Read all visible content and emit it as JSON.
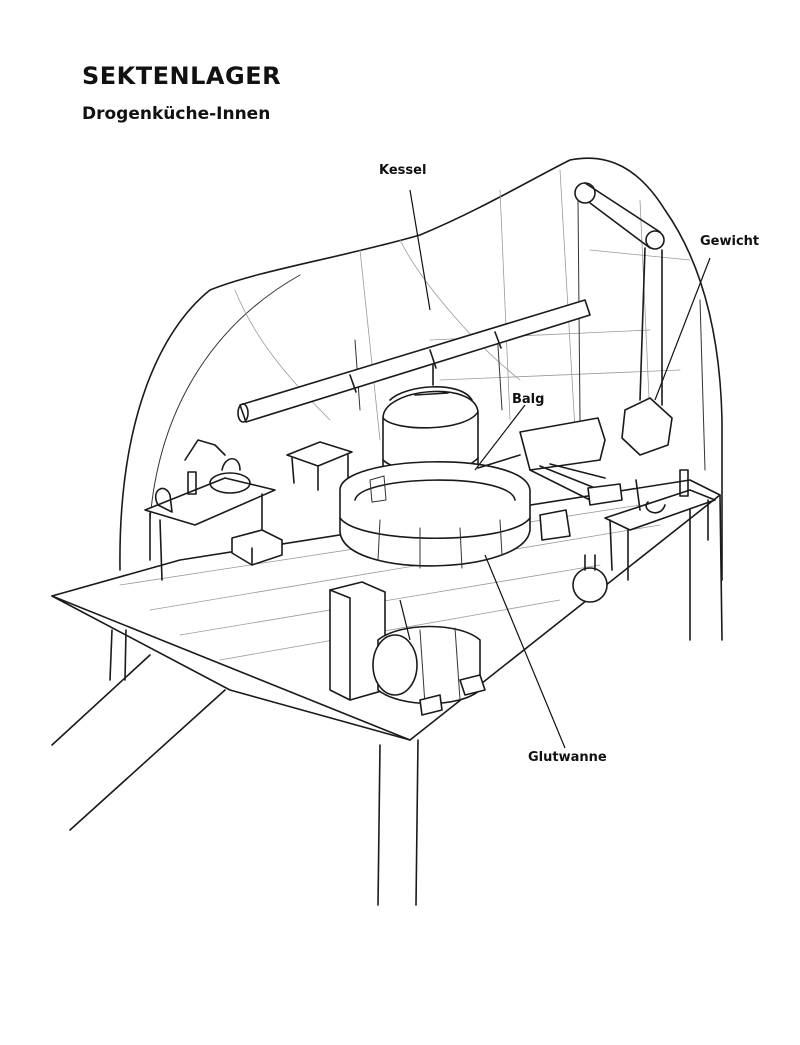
{
  "title": "SEKTENLAGER",
  "subtitle": "Drogenküche-Innen",
  "labels": {
    "kessel": "Kessel",
    "gewicht": "Gewicht",
    "balg": "Balg",
    "glutwanne": "Glutwanne"
  }
}
